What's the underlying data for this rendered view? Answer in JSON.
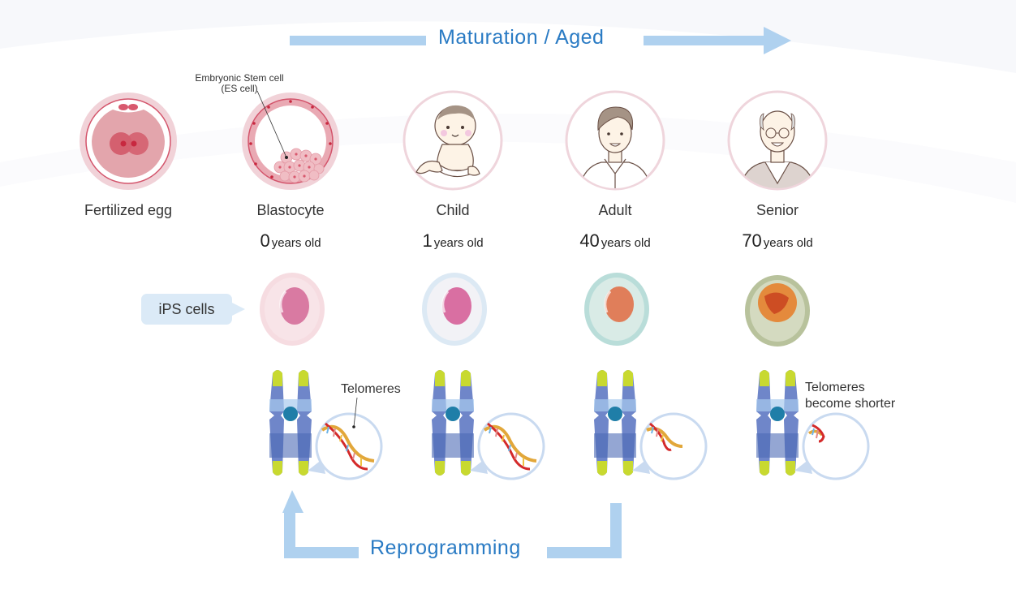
{
  "header": {
    "maturation_label": "Maturation / Aged"
  },
  "stages": [
    {
      "label": "Fertilized egg",
      "age_value": "",
      "age_unit": ""
    },
    {
      "label": "Blastocyte",
      "age_value": "0",
      "age_unit": "years old"
    },
    {
      "label": "Child",
      "age_value": "1",
      "age_unit": "years old"
    },
    {
      "label": "Adult",
      "age_value": "40",
      "age_unit": "years old"
    },
    {
      "label": "Senior",
      "age_value": "70",
      "age_unit": "years old"
    }
  ],
  "annotations": {
    "es_cell_line1": "Embryonic Stem cell",
    "es_cell_line2": "(ES cell)",
    "ips_cells": "iPS cells",
    "telomeres": "Telomeres",
    "telomeres_shorter_line1": "Telomeres",
    "telomeres_shorter_line2": "become shorter"
  },
  "footer": {
    "reprogramming_label": "Reprogramming"
  },
  "colors": {
    "arrow_blue": "#afd1ef",
    "text_blue": "#2a7bc4",
    "pink_ring": "#f1d7dd",
    "telomere_yellow": "#c8d930",
    "chromosome_blue": "#6f86c9"
  }
}
